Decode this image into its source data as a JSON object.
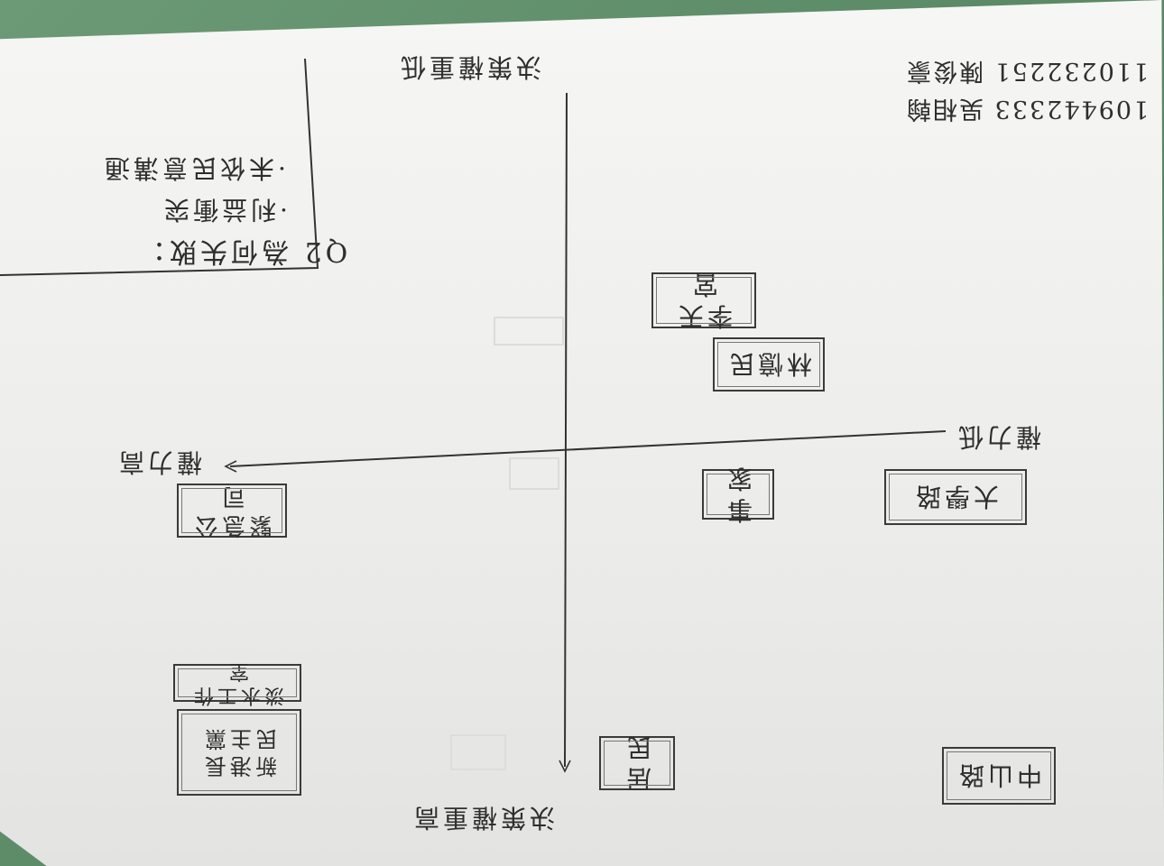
{
  "axes": {
    "top_label": "決策權重低",
    "bottom_label": "決策權重高",
    "right_label": "權力低",
    "left_label": "權力高"
  },
  "student": {
    "line1": "109442333 吳相翰",
    "line2": "110232251 陳俊豪"
  },
  "question": {
    "title": "Q2 為何失敗：",
    "items": [
      "·利益衝突",
      "·未依民意溝通"
    ]
  },
  "stakeholders": [
    "李天宮",
    "林憶民",
    "事家",
    "大學路",
    "緊急公司",
    "淡水工作室",
    "新港長 民主黨",
    "居民",
    "中山路"
  ]
}
